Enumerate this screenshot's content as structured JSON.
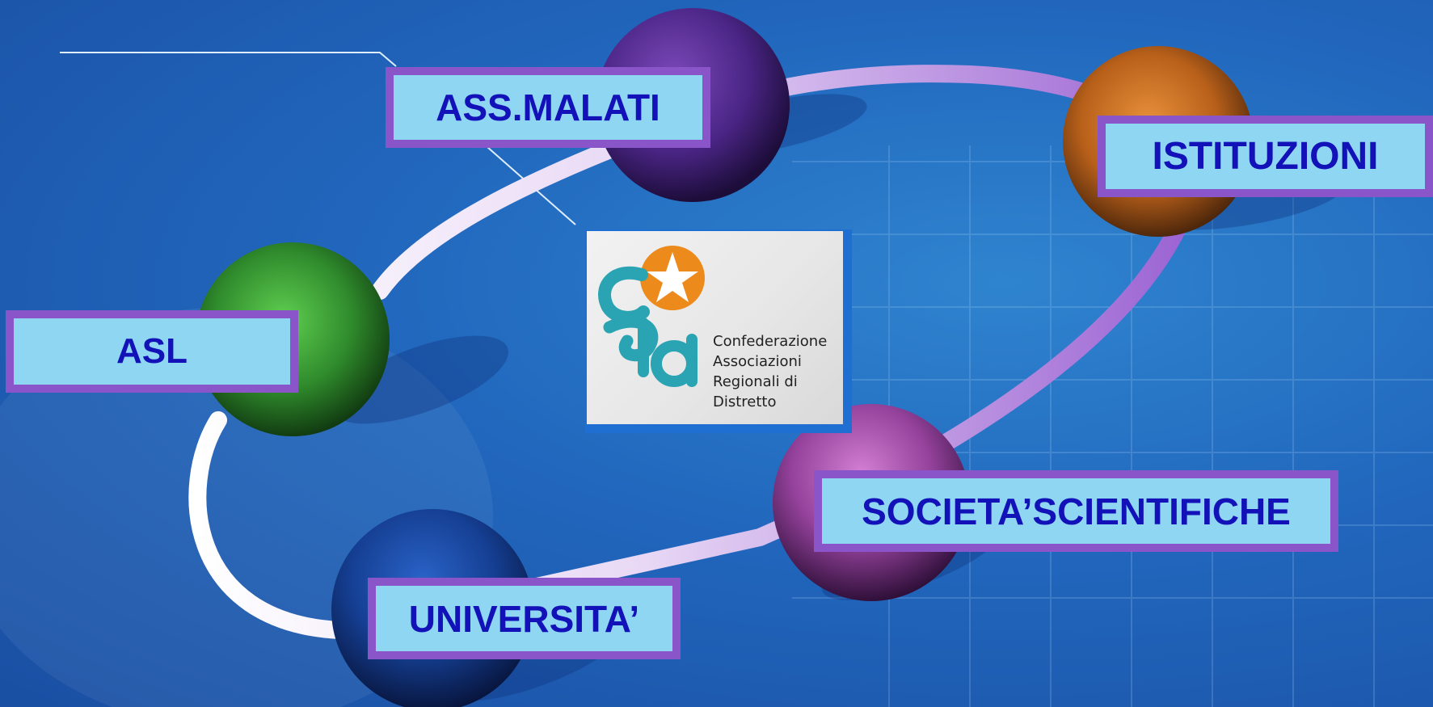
{
  "nodes": [
    {
      "id": "ass-malati",
      "label": "ASS.MALATI",
      "color": "#5b2f98"
    },
    {
      "id": "istituzioni",
      "label": "ISTITUZIONI",
      "color": "#c86a18"
    },
    {
      "id": "asl",
      "label": "ASL",
      "color": "#3f9d3a"
    },
    {
      "id": "societa-scientifiche",
      "label": "SOCIETA’SCIENTIFICHE",
      "color": "#a44aa7"
    },
    {
      "id": "universita",
      "label": "UNIVERSITA’",
      "color": "#1a3e96"
    }
  ],
  "center_logo": {
    "mark": "cara-logo",
    "lines": [
      "Confederazione",
      "Associazioni",
      "Regionali di",
      "Distretto"
    ]
  },
  "colors": {
    "label_fill": "#8fd6f3",
    "label_border": "#8a55c8",
    "label_text": "#1212b8",
    "ring": "#9b63d3"
  }
}
